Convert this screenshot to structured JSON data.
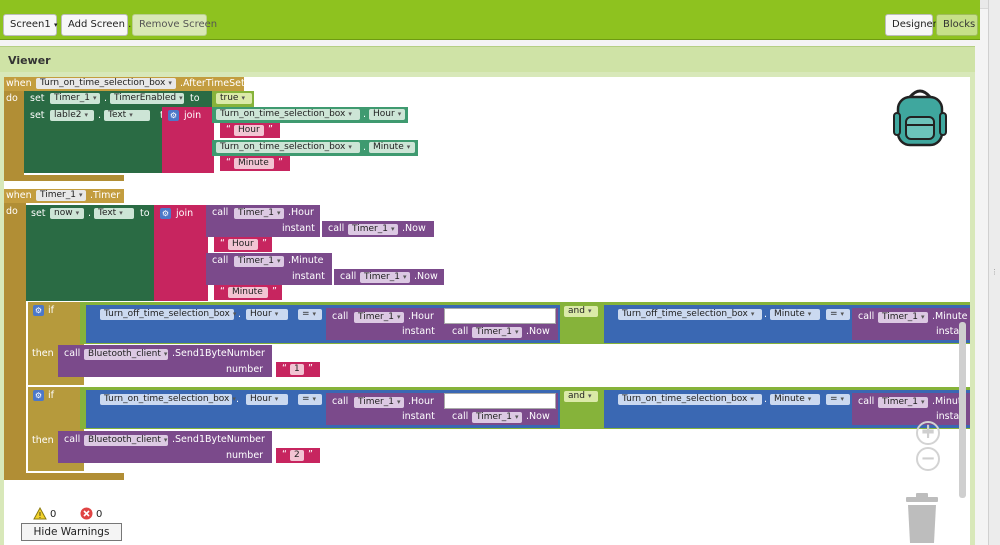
{
  "toolbar": {
    "screen_select": "Screen1",
    "add_screen": "Add Screen ...",
    "remove_screen": "Remove Screen",
    "designer": "Designer",
    "blocks": "Blocks"
  },
  "viewer": {
    "title": "Viewer"
  },
  "words": {
    "when": "when",
    "do": "do",
    "set": "set",
    "to": "to",
    "join": "join",
    "call": "call",
    "instant": "instant",
    "if": "if",
    "then": "then",
    "and": "and",
    "eq": "=",
    "number": "number",
    "dot": "."
  },
  "event1": {
    "component": "Turn_on_time_selection_box",
    "event": ".AfterTimeSet",
    "set1_component": "Timer_1",
    "set1_property": "TimerEnabled",
    "set1_value": "true",
    "set2_component": "lable2",
    "set2_property": "Text",
    "join1_component": "Turn_on_time_selection_box",
    "join1_property": "Hour",
    "join1_str": "Hour",
    "join2_component": "Turn_on_time_selection_box",
    "join2_property": "Minute",
    "join2_str": "Minute"
  },
  "event2": {
    "component": "Timer_1",
    "event": ".Timer",
    "set_component": "now",
    "set_property": "Text",
    "call1_component": "Timer_1",
    "call1_method": ".Hour",
    "call1_inner_component": "Timer_1",
    "call1_inner_method": ".Now",
    "str1": "Hour",
    "call2_component": "Timer_1",
    "call2_method": ".Minute",
    "call2_inner_component": "Timer_1",
    "call2_inner_method": ".Now",
    "str2": "Minute",
    "if1_left_component": "Turn_off_time_selection_box",
    "if1_left_property": "Hour",
    "if1_call_component": "Timer_1",
    "if1_call_method": ".Hour",
    "if1_inner_component": "Timer_1",
    "if1_inner_method": ".Now",
    "if1_right_component": "Turn_off_time_selection_box",
    "if1_right_property": "Minute",
    "if1_right_call_component": "Timer_1",
    "if1_right_call_method": ".Minute",
    "if1_right_instant": "instar",
    "then1_component": "Bluetooth_client",
    "then1_method": ".Send1ByteNumber",
    "then1_value": "1",
    "if2_left_component": "Turn_on_time_selection_box",
    "if2_left_property": "Hour",
    "if2_call_component": "Timer_1",
    "if2_call_method": ".Hour",
    "if2_inner_component": "Timer_1",
    "if2_inner_method": ".Now",
    "if2_right_component": "Turn_on_time_selection_box",
    "if2_right_property": "Minute",
    "if2_right_call_component": "Timer_1",
    "if2_right_call_method": ".Minut",
    "if2_right_instant": "instar",
    "then2_component": "Bluetooth_client",
    "then2_method": ".Send1ByteNumber",
    "then2_value": "2"
  },
  "warnings": {
    "warn_count": "0",
    "error_count": "0",
    "hide_button": "Hide Warnings"
  },
  "icons": {
    "backpack": "backpack-icon",
    "trash": "trash-icon",
    "zoom_in": "zoom-in-icon",
    "zoom_out": "zoom-out-icon",
    "center": "center-icon"
  }
}
